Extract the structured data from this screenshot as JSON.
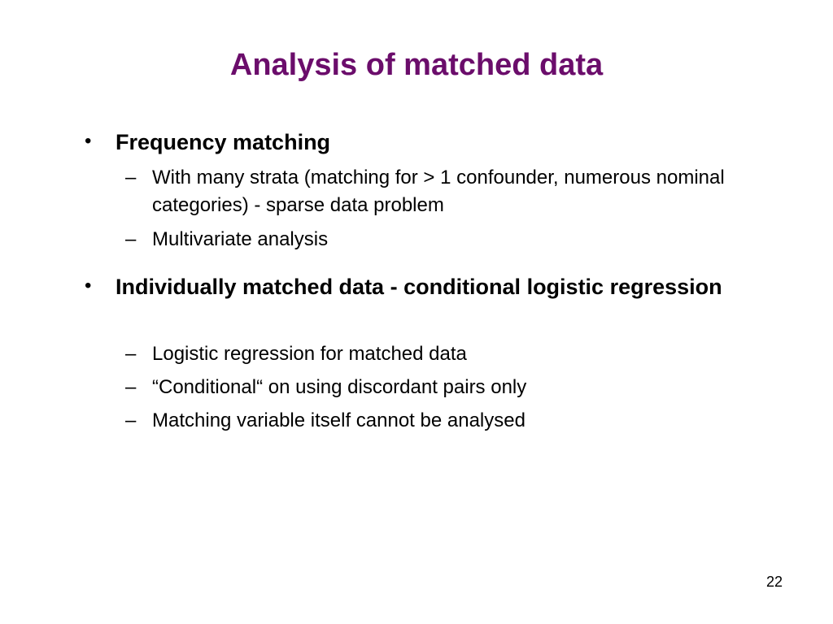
{
  "slide": {
    "title": "Analysis of matched data",
    "page_number": "22",
    "bullets": [
      {
        "marker": "•",
        "text": "Frequency matching",
        "subitems": [
          {
            "marker": "–",
            "text": "With many strata (matching for > 1 confounder, numerous nominal categories) - sparse data problem"
          },
          {
            "marker": "–",
            "text": "Multivariate analysis"
          }
        ]
      },
      {
        "marker": "•",
        "text": "Individually matched data - conditional logistic regression",
        "subitems": [
          {
            "marker": "–",
            "text": "Logistic regression for matched data"
          },
          {
            "marker": "–",
            "text": "“Conditional“ on using discordant pairs only"
          },
          {
            "marker": "–",
            "text": "Matching variable itself cannot be analysed"
          }
        ]
      }
    ]
  },
  "colors": {
    "title": "#6b0d6b",
    "text": "#000000",
    "background": "#ffffff"
  }
}
